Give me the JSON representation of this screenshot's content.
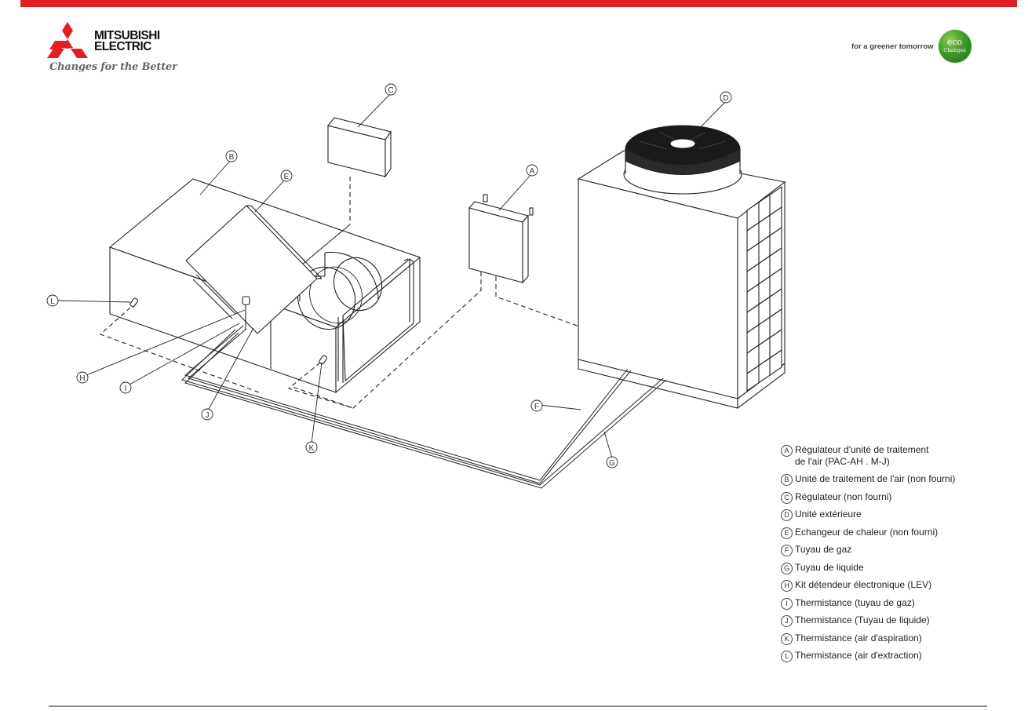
{
  "brand": {
    "name_line1": "MITSUBISHI",
    "name_line2": "ELECTRIC",
    "tagline": "Changes for the Better",
    "accent_color": "#e31e24"
  },
  "eco": {
    "text": "for a greener tomorrow",
    "badge_line1": "eco",
    "badge_line2": "Changes",
    "color": "#3f9a2a"
  },
  "diagram": {
    "callouts": {
      "A": "A",
      "B": "B",
      "C": "C",
      "D": "D",
      "E": "E",
      "F": "F",
      "G": "G",
      "H": "H",
      "I": "I",
      "J": "J",
      "K": "K",
      "L": "L"
    }
  },
  "legend": [
    {
      "key": "A",
      "text": "Régulateur d'unité de traitement\nde l'air (PAC-AH . M-J)"
    },
    {
      "key": "B",
      "text": "Unité de traitement de l'air (non fourni)"
    },
    {
      "key": "C",
      "text": "Régulateur (non fourni)"
    },
    {
      "key": "D",
      "text": "Unité extérieure"
    },
    {
      "key": "E",
      "text": "Echangeur de chaleur (non fourni)"
    },
    {
      "key": "F",
      "text": "Tuyau de gaz"
    },
    {
      "key": "G",
      "text": "Tuyau de liquide"
    },
    {
      "key": "H",
      "text": "Kit détendeur électronique (LEV)"
    },
    {
      "key": "I",
      "text": "Thermistance (tuyau de gaz)"
    },
    {
      "key": "J",
      "text": "Thermistance (Tuyau de liquide)"
    },
    {
      "key": "K",
      "text": "Thermistance (air d'aspiration)"
    },
    {
      "key": "L",
      "text": "Thermistance (air d'extraction)"
    }
  ]
}
